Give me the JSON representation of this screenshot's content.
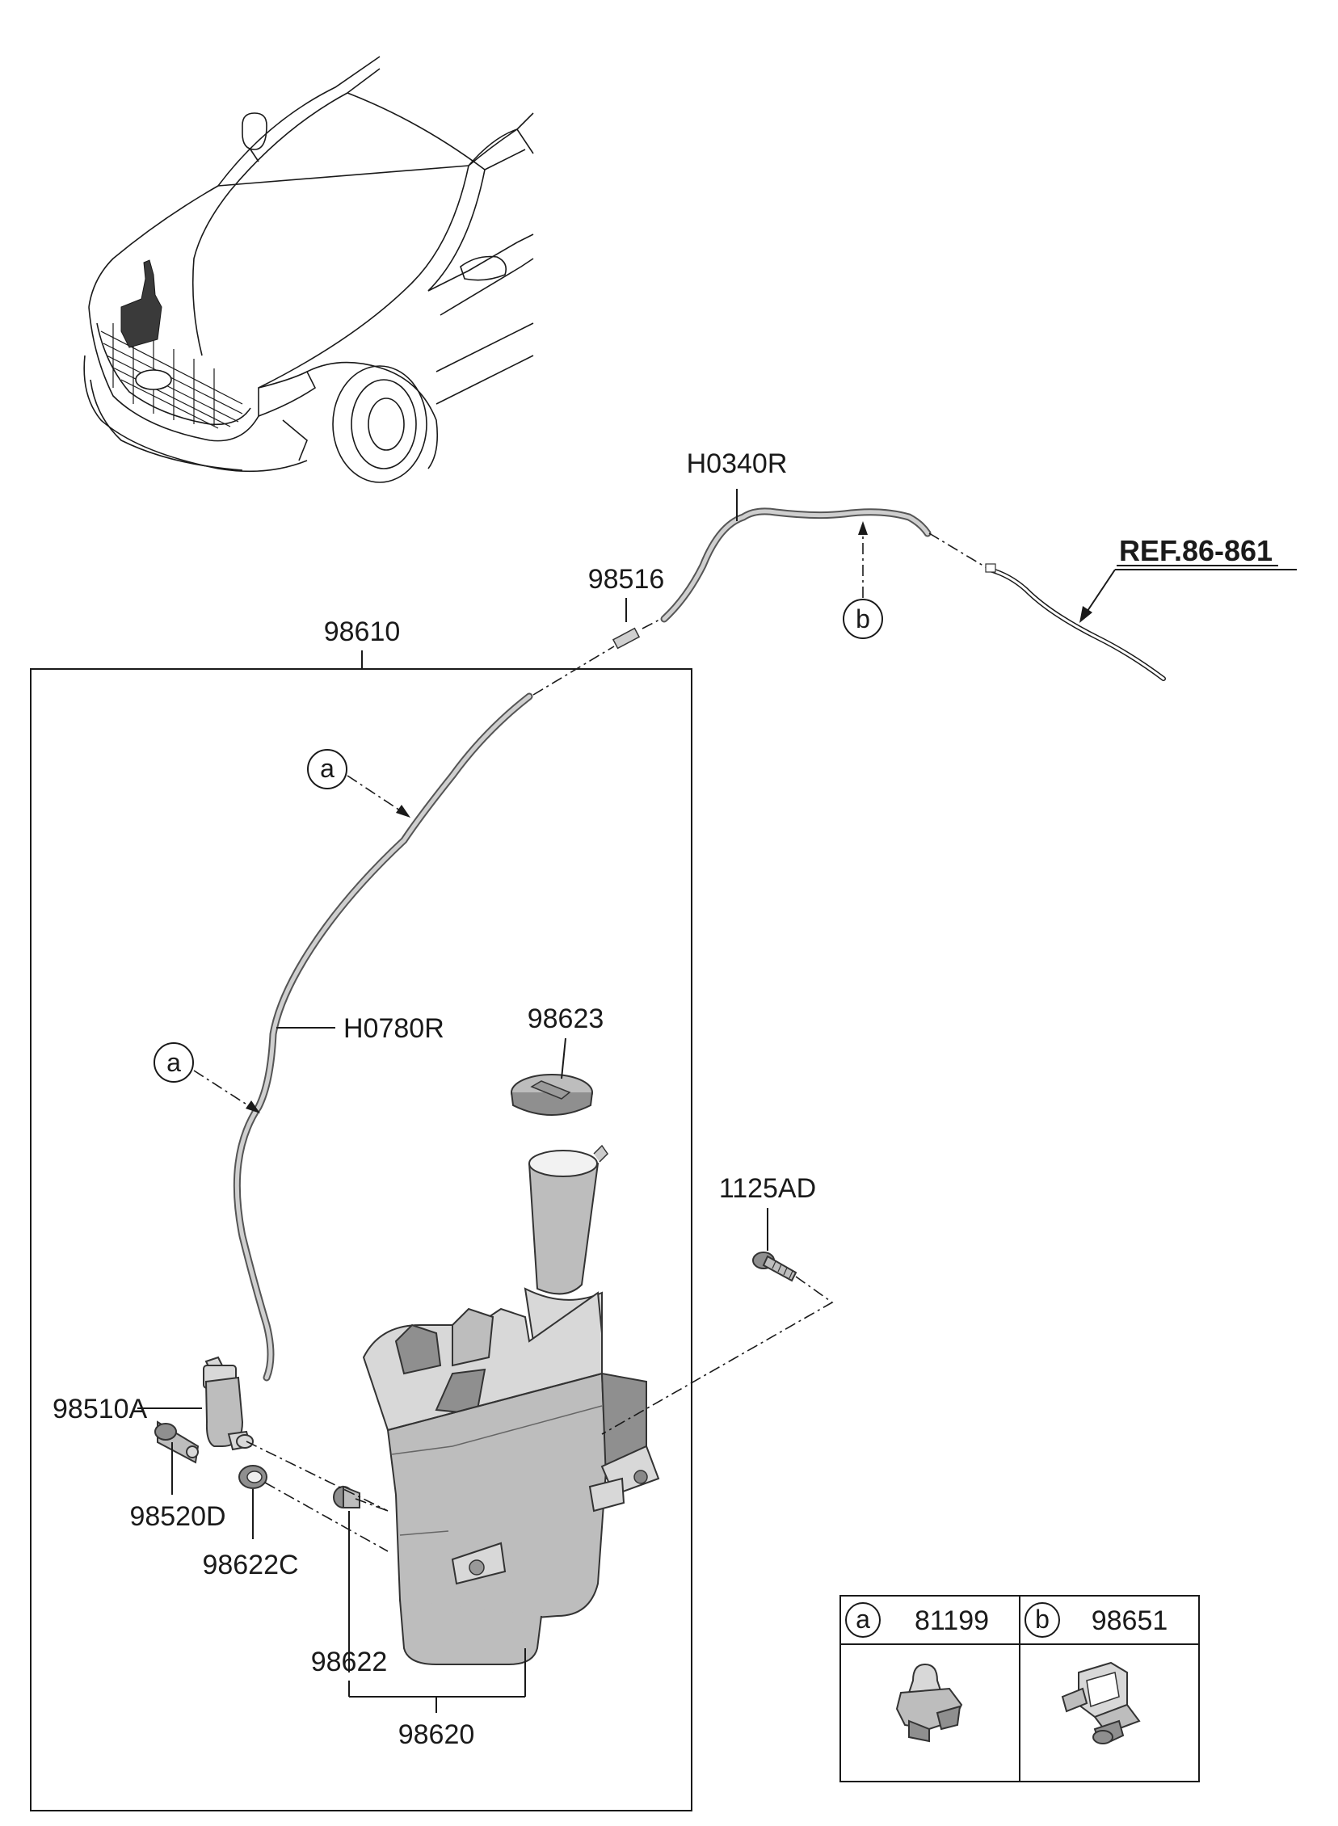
{
  "labels": {
    "h0340r": "H0340R",
    "ref": "REF.86-861",
    "p98516": "98516",
    "p98610": "98610",
    "h0780r": "H0780R",
    "p98623": "98623",
    "p1125ad": "1125AD",
    "p98510a": "98510A",
    "p98520d": "98520D",
    "p98622c": "98622C",
    "p98622": "98622",
    "p98620": "98620"
  },
  "callouts": {
    "a": "a",
    "b": "b"
  },
  "legend": {
    "a_letter": "a",
    "a_part": "81199",
    "b_letter": "b",
    "b_part": "98651"
  },
  "icons": [
    "vehicle-illustration",
    "washer-reservoir-tank",
    "filler-cap",
    "washer-pump-motor",
    "bolt",
    "hose-clip",
    "hose-holder"
  ]
}
